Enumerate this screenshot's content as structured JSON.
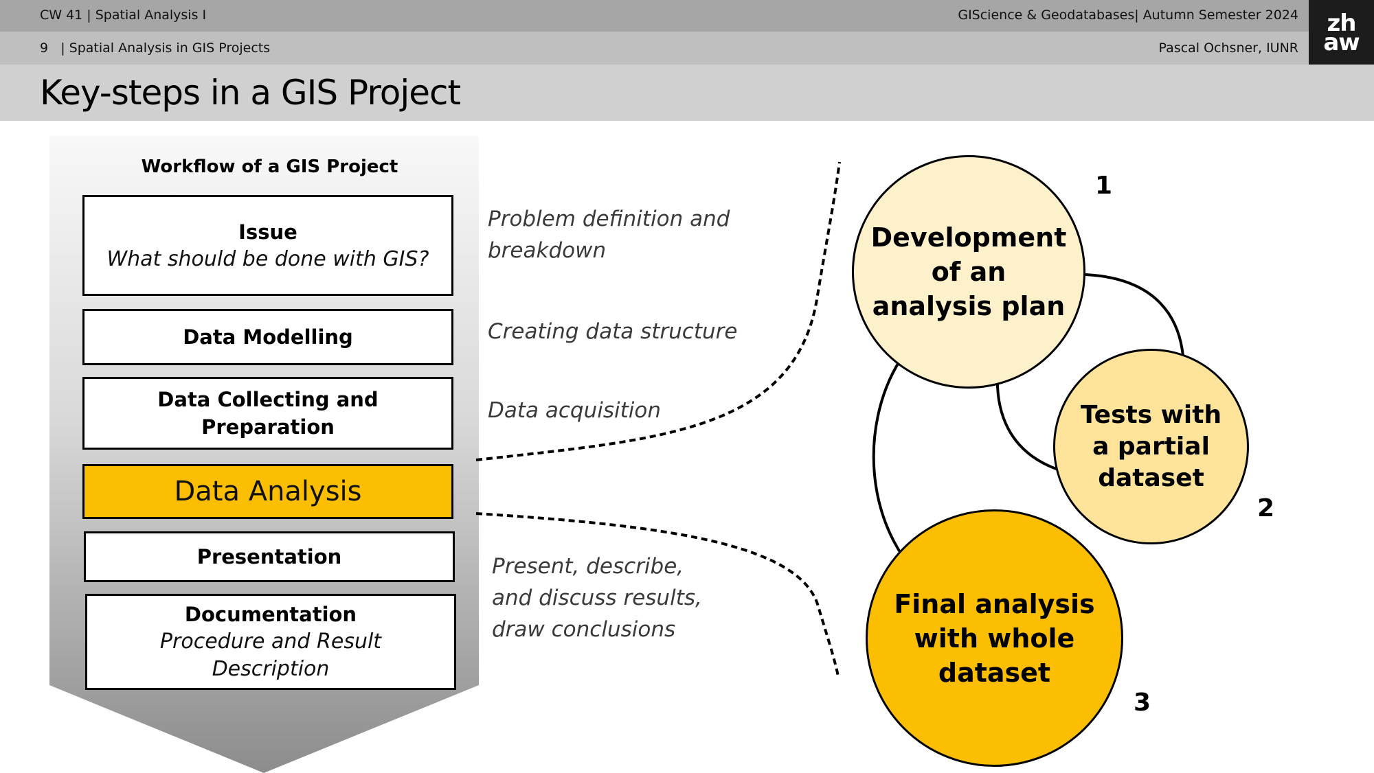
{
  "header": {
    "course": "CW 41 | Spatial Analysis I",
    "module": "GIScience & Geodatabases| Autumn Semester 2024",
    "slide_number_section": "9   | Spatial Analysis in GIS Projects",
    "author": "Pascal Ochsner, IUNR",
    "logo_line1": "zh",
    "logo_line2": "aw"
  },
  "title": "Key-steps in a GIS Project",
  "workflow": {
    "title": "Workflow of a GIS Project",
    "steps": [
      {
        "label": "Issue",
        "sub": "What should be done with GIS?"
      },
      {
        "label": "Data Modelling"
      },
      {
        "label": "Data Collecting and Preparation"
      },
      {
        "label": "Data Analysis"
      },
      {
        "label": "Presentation"
      },
      {
        "label": "Documentation",
        "sub": "Procedure and Result Description"
      }
    ]
  },
  "descriptions": [
    "Problem definition and breakdown",
    "Creating data structure",
    "Data acquisition",
    "Present, describe, and discuss results, draw conclusions"
  ],
  "cycle": {
    "nodes": [
      {
        "number": "1",
        "label": "Development of an analysis plan",
        "color": "#fdf1cc"
      },
      {
        "number": "2",
        "label": "Tests with a partial dataset",
        "color": "#fde49a"
      },
      {
        "number": "3",
        "label": "Final analysis with whole dataset",
        "color": "#fbbe00"
      }
    ]
  },
  "colors": {
    "highlight": "#fbbe00",
    "header_dark": "#a6a6a6",
    "header_light": "#bfbfbf",
    "title_bar": "#d0d0d0"
  }
}
